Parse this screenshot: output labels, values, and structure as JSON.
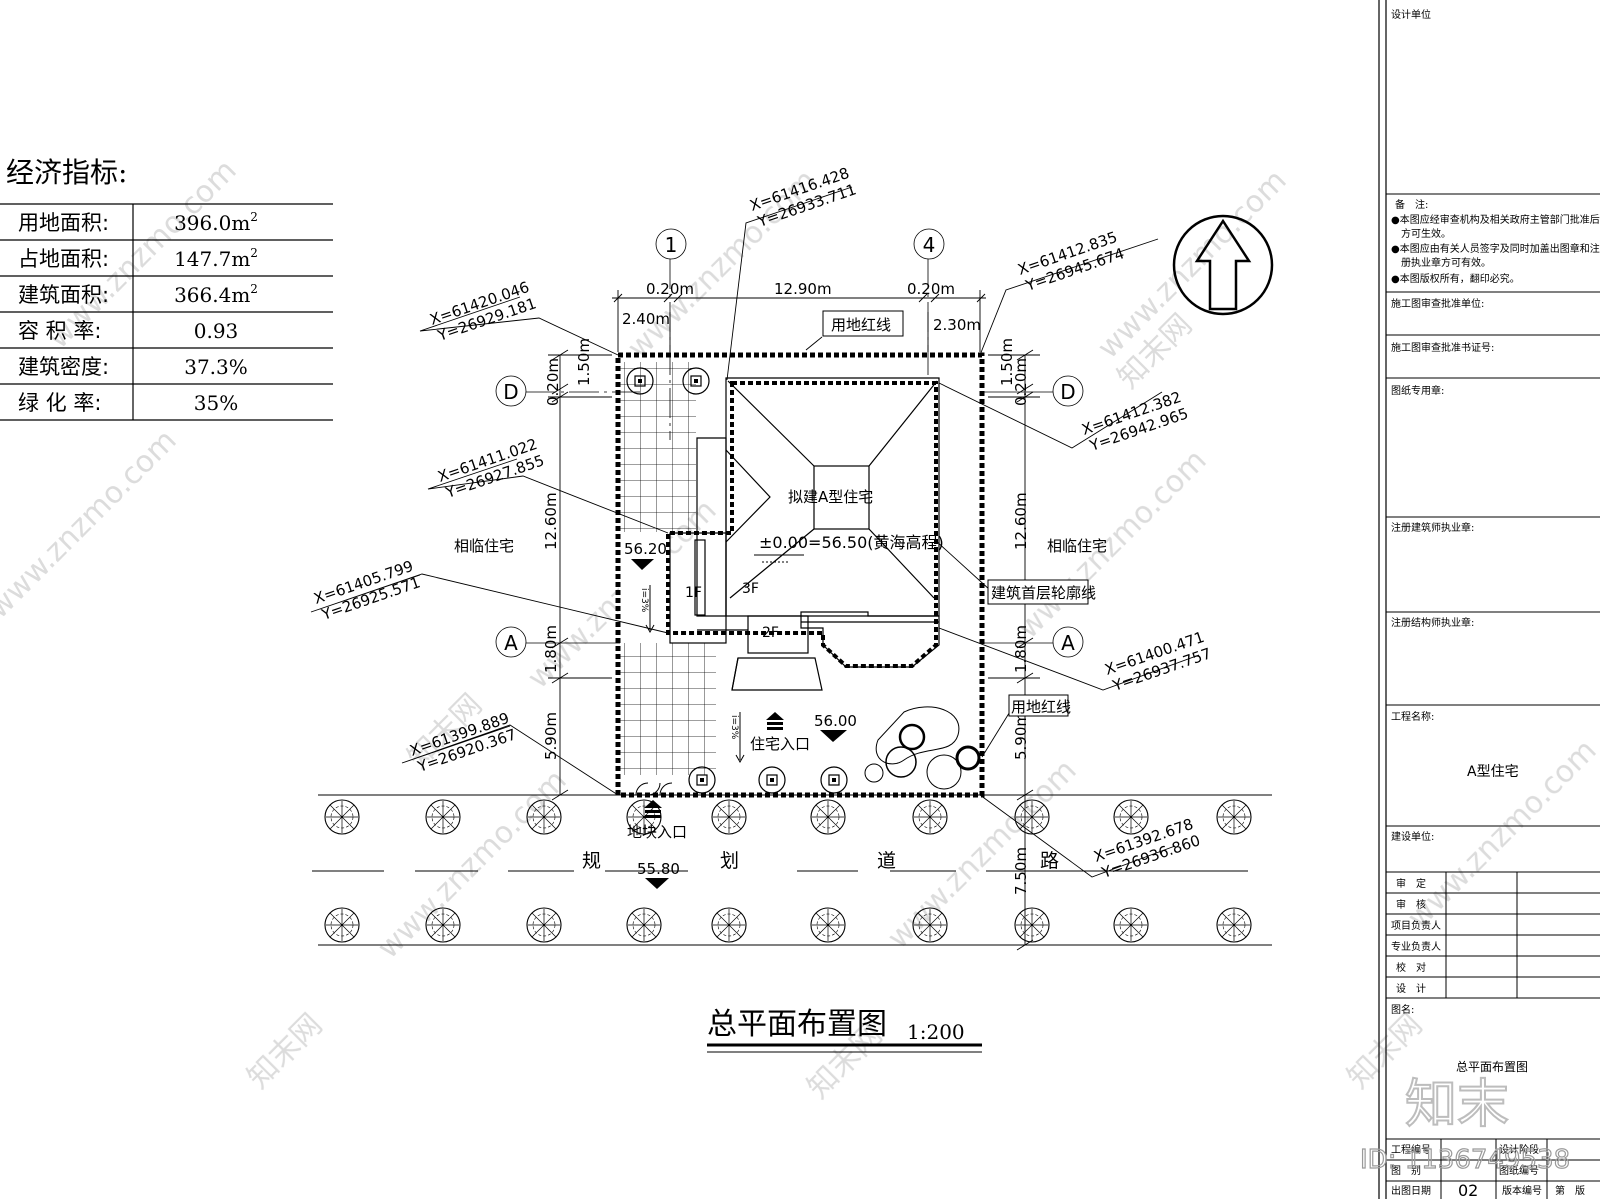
{
  "indicators": {
    "title": "经济指标:",
    "rows": [
      {
        "label": "用地面积:",
        "value": "396.0m",
        "sup": "2"
      },
      {
        "label": "占地面积:",
        "value": "147.7m",
        "sup": "2"
      },
      {
        "label": "建筑面积:",
        "value": "366.4m",
        "sup": "2"
      },
      {
        "label": "容 积 率:",
        "value": "0.93",
        "sup": ""
      },
      {
        "label": "建筑密度:",
        "value": "37.3%",
        "sup": ""
      },
      {
        "label": "绿 化 率:",
        "value": "35%",
        "sup": ""
      }
    ]
  },
  "plan": {
    "axes": {
      "axis_1": "1",
      "axis_4": "4",
      "axis_d": "D",
      "axis_a": "A"
    },
    "dims_top": {
      "d1": "0.20m",
      "d2": "12.90m",
      "d3": "0.20m",
      "d4": "2.40m",
      "d5": "2.30m"
    },
    "dims_left": {
      "d1": "1.50m",
      "d2": "0.20m",
      "d3": "12.60m",
      "d4": "1.80m",
      "d5": "5.90m"
    },
    "dims_right": {
      "d1": "1.50m",
      "d2": "0.20m",
      "d3": "12.60m",
      "d4": "1.80m",
      "d5": "5.90m",
      "d6": "7.50m"
    },
    "coords": [
      {
        "x": "X=61416.428",
        "y": "Y=26933.711"
      },
      {
        "x": "X=61412.835",
        "y": "Y=26945.674"
      },
      {
        "x": "X=61420.046",
        "y": "Y=26929.181"
      },
      {
        "x": "X=61412.382",
        "y": "Y=26942.965"
      },
      {
        "x": "X=61411.022",
        "y": "Y=26927.855"
      },
      {
        "x": "X=61405.799",
        "y": "Y=26925.571"
      },
      {
        "x": "X=61400.471",
        "y": "Y=26937.757"
      },
      {
        "x": "X=61399.889",
        "y": "Y=26920.367"
      },
      {
        "x": "X=61392.678",
        "y": "Y=26936.860"
      }
    ],
    "labels": {
      "redline_top": "用地红线",
      "redline_right": "用地红线",
      "building": "拟建A型住宅",
      "elevation_note": "±0.00=56.50(黄海高程)",
      "outline": "建筑首层轮廓线",
      "neighbor_left": "相临住宅",
      "neighbor_right": "相临住宅",
      "f1": "1F",
      "f2": "2F",
      "f3": "3F",
      "elev_5620": "56.20",
      "elev_5600": "56.00",
      "elev_5580": "55.80",
      "slope_1": "i=3%",
      "slope_2": "i=3%",
      "house_entry": "住宅入口",
      "plot_entry": "地块入口",
      "road": [
        "规",
        "划",
        "道",
        "路"
      ]
    },
    "title": "总平面布置图",
    "scale": "1:200"
  },
  "watermarks": {
    "site": "www.znzmo.com",
    "brand": "知末网",
    "logo": "知末",
    "id": "ID: 1136749538"
  },
  "title_block": {
    "design_unit": "设计单位",
    "remarks_title": "备　注:",
    "remarks": [
      "●本图应经审查机构及相关政府主管部门批准后",
      "方可生效。",
      "●本图应由有关人员签字及同时加盖出图章和注",
      "册执业章方可有效。",
      "●本图版权所有，翻印必究。"
    ],
    "review_unit": "施工图审查批准单位:",
    "review_cert": "施工图审查批准书证号:",
    "seal": "图纸专用章:",
    "architect": "注册建筑师执业章:",
    "structural": "注册结构师执业章:",
    "project_name_label": "工程名称:",
    "project_name": "A型住宅",
    "client": "建设单位:",
    "signoffs": [
      "审　定",
      "审　核",
      "项目负责人",
      "专业负责人",
      "校　对",
      "设　计"
    ],
    "drawing_name_label": "图名:",
    "drawing_name": "总平面布置图",
    "bottom": {
      "project_no": "工程编号",
      "stage": "设计阶段",
      "drawing_type": "图　别",
      "drawing_no": "图纸编号",
      "date": "出图日期",
      "sheet": "02",
      "version": "版本编号",
      "edition": "第　版"
    }
  }
}
